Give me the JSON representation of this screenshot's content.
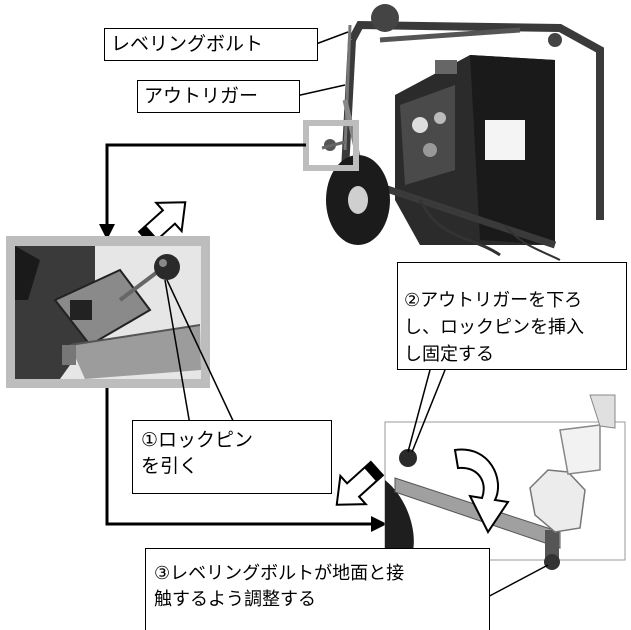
{
  "labels": {
    "leveling_bolt": "レベリングボルト",
    "outrigger": "アウトリガー",
    "step1": [
      "①ロックピン",
      "を引く"
    ],
    "step2": [
      "②アウトリガーを下ろ",
      "し、ロックピンを挿入",
      "し固定する"
    ],
    "step3": [
      "③レベリングボルトが地面と接",
      "触するよう調整する"
    ]
  }
}
